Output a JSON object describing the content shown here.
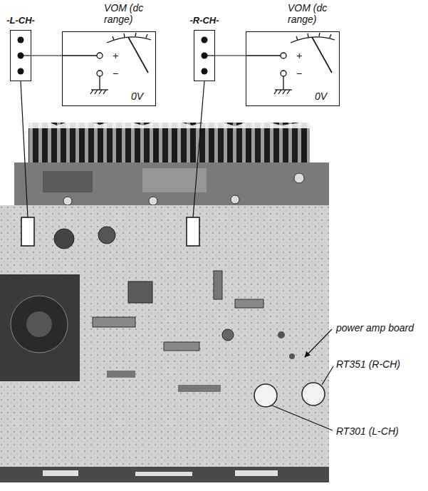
{
  "diagram": {
    "nodes": [
      {
        "text": [
          "-L-CH-"
        ]
      },
      {
        "text": [
          "VOM (dc range)",
          "+",
          "−",
          "0V"
        ]
      },
      {
        "text": [
          "-R-CH-"
        ]
      },
      {
        "text": [
          "VOM (dc range)",
          "+",
          "−",
          "0V"
        ]
      }
    ],
    "edges": [
      {
        "from": 0,
        "to": 1,
        "arrow": "none"
      },
      {
        "from": 2,
        "to": 3,
        "arrow": "none"
      }
    ],
    "labels": [
      "power amp board",
      "RT351 (R-CH)",
      "RT301 (L-CH)"
    ]
  }
}
